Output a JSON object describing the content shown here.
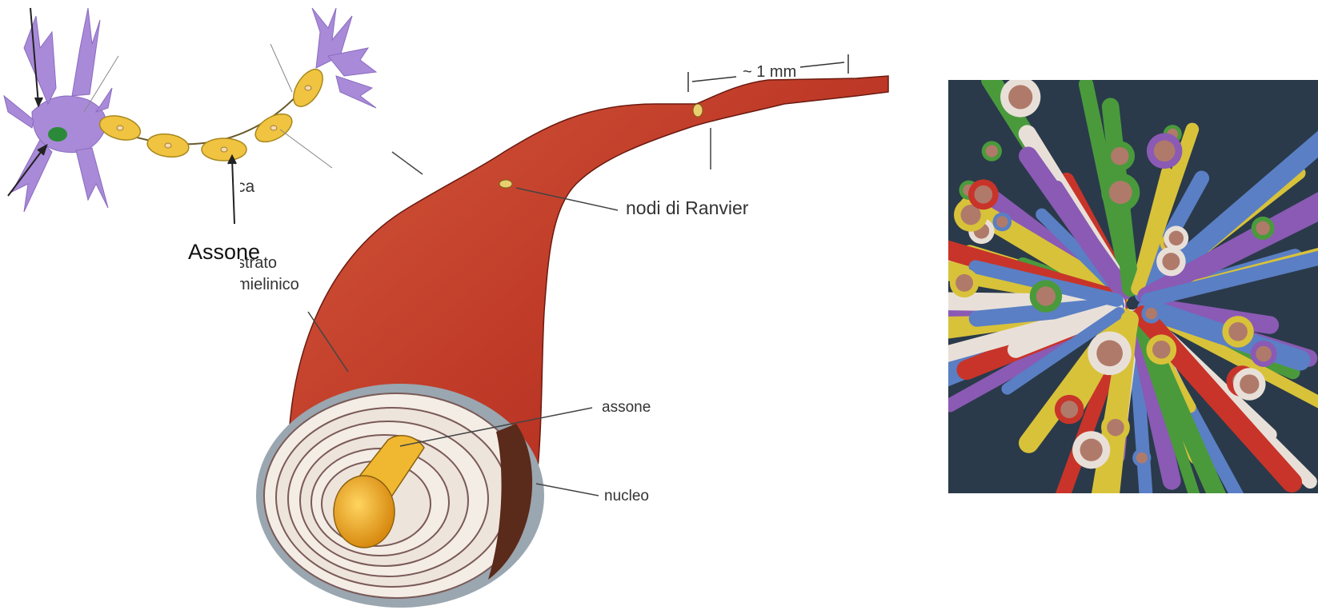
{
  "neuron_diagram": {
    "axon_label": "Assone"
  },
  "myelinated_fiber": {
    "scale_label": "~ 1 mm",
    "labels": {
      "ranvier_nodes": "nodi di Ranvier",
      "myelin_layer_line1": "strato",
      "myelin_layer_line2": "mielinico",
      "axon": "assone",
      "nucleus": "nucleo",
      "partial_label": "ca"
    }
  },
  "cables_photo": {
    "colors": [
      "#d8c23a",
      "#4a9a3c",
      "#5a7fc4",
      "#c8342a",
      "#8a5ab4",
      "#e8e0d8"
    ]
  }
}
